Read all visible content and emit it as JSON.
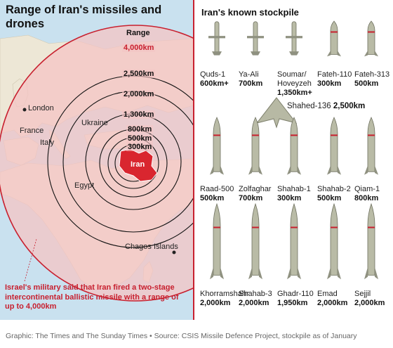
{
  "map": {
    "title": "Range of Iran's missiles and drones",
    "range_heading": "Range",
    "rings": [
      {
        "label": "4,000km",
        "highlight": true
      },
      {
        "label": "2,500km"
      },
      {
        "label": "2,000km"
      },
      {
        "label": "1,300km"
      },
      {
        "label": "800km"
      },
      {
        "label": "500km"
      },
      {
        "label": "300km"
      }
    ],
    "places": [
      "London",
      "France",
      "Italy",
      "Ukraine",
      "Egypt",
      "Chagos Islands"
    ],
    "iran_label": "Iran",
    "note": "Israel's military said that Iran fired a two-stage intercontinental ballistic missile with a range of up to 4,000km",
    "colors": {
      "ring_fill": "#f4c4c4",
      "ring_stroke": "#c8202f",
      "iran": "#d9262f",
      "land": "#ede7d6",
      "sea": "#c9e1ef"
    }
  },
  "stockpile": {
    "title": "Iran's known stockpile",
    "drone": {
      "name": "Shahed-136",
      "range": "2,500km"
    },
    "missiles": [
      {
        "name": "Quds-1",
        "range": "600km+"
      },
      {
        "name": "Ya-Ali",
        "range": "700km"
      },
      {
        "name": "Soumar/ Hoveyzeh",
        "range": "1,350km+"
      },
      {
        "name": "Fateh-110",
        "range": "300km"
      },
      {
        "name": "Fateh-313",
        "range": "500km"
      },
      {
        "name": "Raad-500",
        "range": "500km"
      },
      {
        "name": "Zolfaghar",
        "range": "700km"
      },
      {
        "name": "Shahab-1",
        "range": "300km"
      },
      {
        "name": "Shahab-2",
        "range": "500km"
      },
      {
        "name": "Qiam-1",
        "range": "800km"
      },
      {
        "name": "Khorramshahr",
        "range": "2,000km"
      },
      {
        "name": "Shahab-3",
        "range": "2,000km"
      },
      {
        "name": "Ghadr-110",
        "range": "1,950km"
      },
      {
        "name": "Emad",
        "range": "2,000km"
      },
      {
        "name": "Sejjil",
        "range": "2,000km"
      }
    ]
  },
  "footer": "Graphic: The Times and The Sunday Times • Source: CSIS Missile Defence Project, stockpile as of January"
}
